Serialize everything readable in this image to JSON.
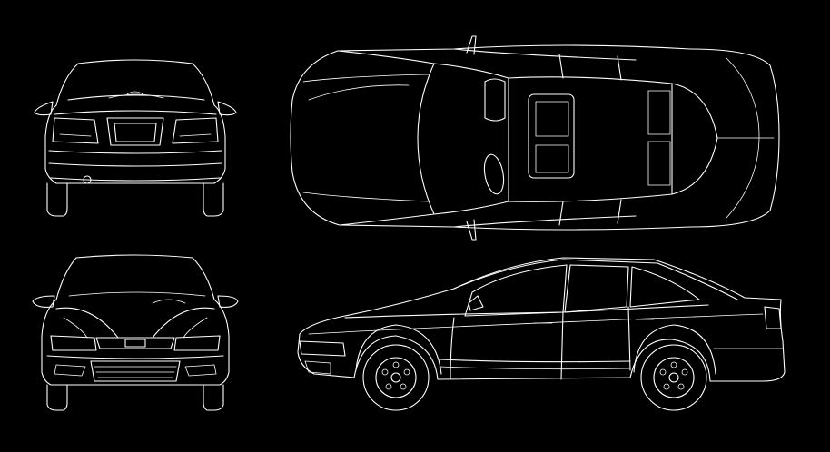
{
  "drawing": {
    "background": "#000000",
    "line_color": "#ffffff",
    "views": [
      {
        "id": "rear",
        "icon": "car-rear-view-icon"
      },
      {
        "id": "top",
        "icon": "car-top-view-icon"
      },
      {
        "id": "front",
        "icon": "car-front-view-icon"
      },
      {
        "id": "side",
        "icon": "car-side-view-icon"
      }
    ]
  }
}
